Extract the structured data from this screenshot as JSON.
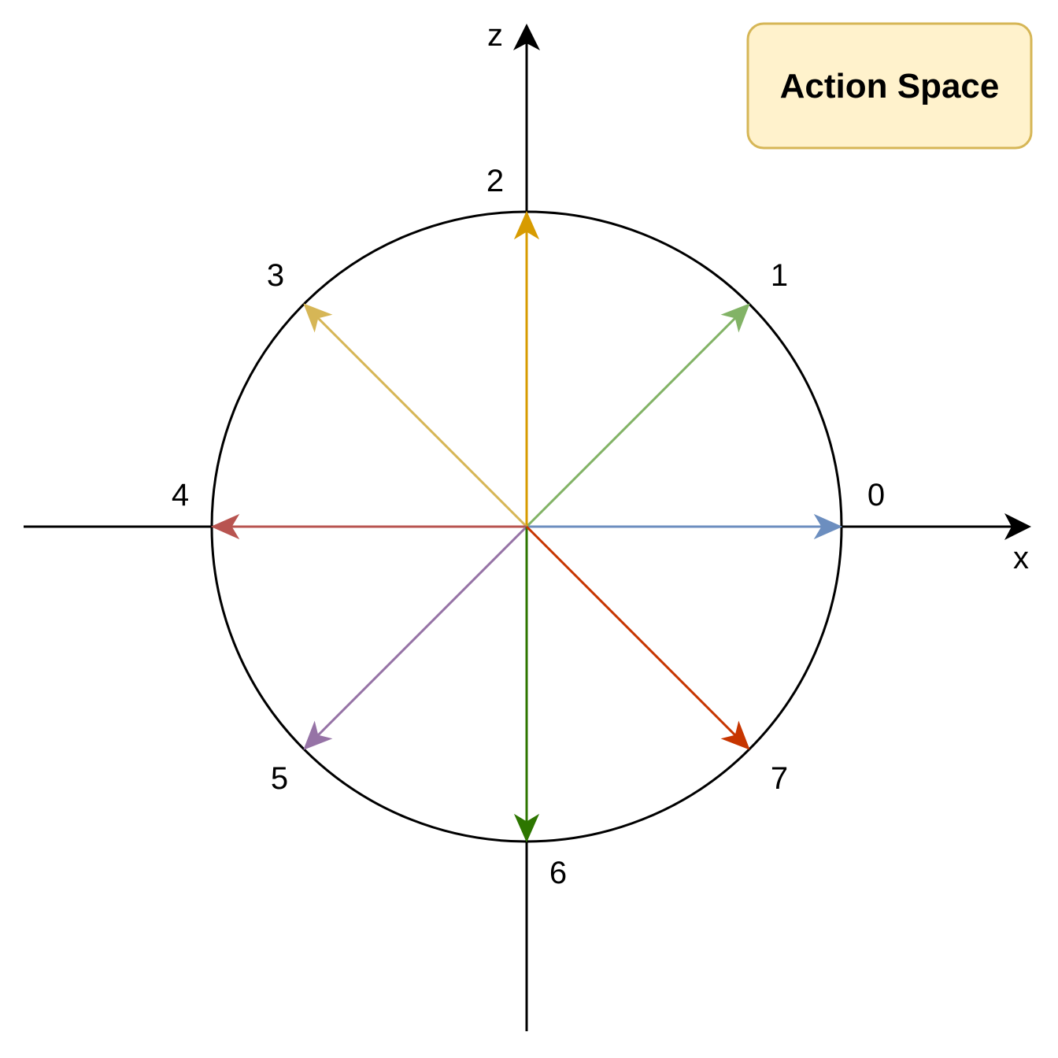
{
  "title": {
    "text": "Action Space",
    "fill": "#FFF2CC",
    "stroke": "#D6B656"
  },
  "axes": {
    "x_label": "x",
    "z_label": "z",
    "color": "#000000"
  },
  "circle": {
    "stroke": "#000000"
  },
  "actions": [
    {
      "id": 0,
      "label": "0",
      "angle_deg": 0,
      "color": "#6C8EBF"
    },
    {
      "id": 1,
      "label": "1",
      "angle_deg": 45,
      "color": "#82B366"
    },
    {
      "id": 2,
      "label": "2",
      "angle_deg": 90,
      "color": "#D79B00"
    },
    {
      "id": 3,
      "label": "3",
      "angle_deg": 135,
      "color": "#D6B656"
    },
    {
      "id": 4,
      "label": "4",
      "angle_deg": 180,
      "color": "#B85450"
    },
    {
      "id": 5,
      "label": "5",
      "angle_deg": 225,
      "color": "#9673A6"
    },
    {
      "id": 6,
      "label": "6",
      "angle_deg": 270,
      "color": "#2D7600"
    },
    {
      "id": 7,
      "label": "7",
      "angle_deg": 315,
      "color": "#C73500"
    }
  ]
}
